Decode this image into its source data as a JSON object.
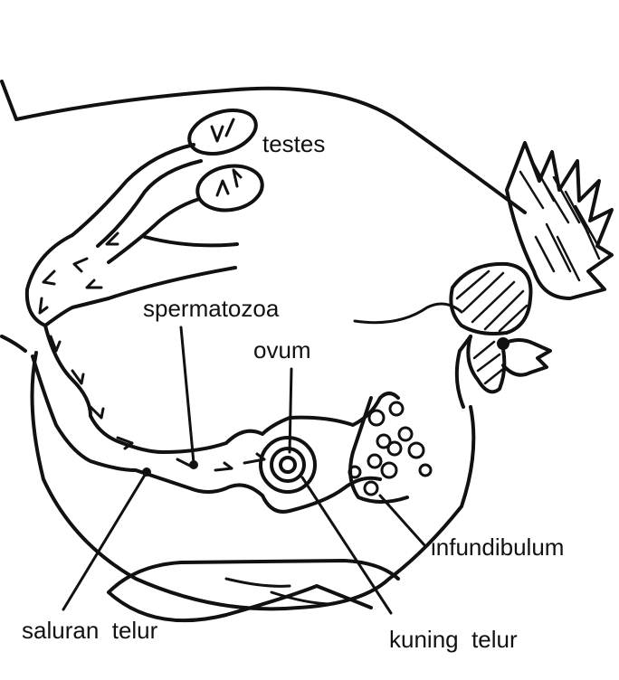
{
  "labels": {
    "testes": "testes",
    "spermatozoa": "spermatozoa",
    "ovum": "ovum",
    "infundibulum": "infundibulum",
    "saluran_telur": "saluran  telur",
    "kuning_telur": "kuning  telur"
  }
}
